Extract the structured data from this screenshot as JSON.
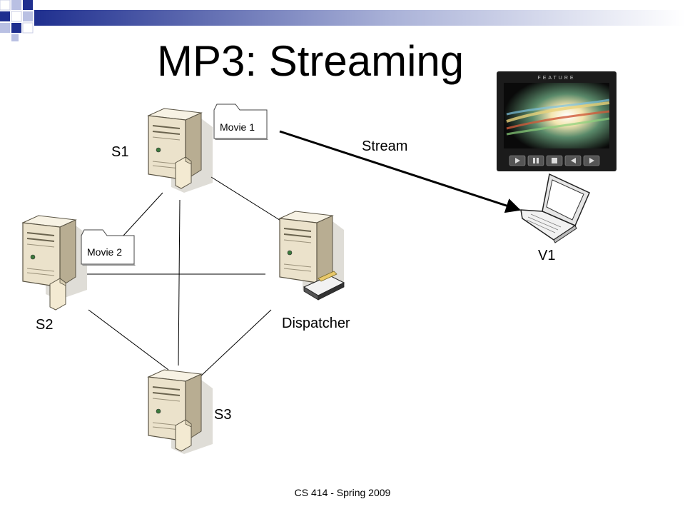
{
  "slide": {
    "title": "MP3: Streaming",
    "footer": "CS 414 - Spring 2009"
  },
  "diagram": {
    "nodes": {
      "s1": {
        "label": "S1",
        "icon": "server-tower-icon"
      },
      "s2": {
        "label": "S2",
        "icon": "server-tower-icon"
      },
      "s3": {
        "label": "S3",
        "icon": "server-tower-icon"
      },
      "dispatcher": {
        "label": "Dispatcher",
        "icon": "server-with-printer-icon"
      },
      "v1": {
        "label": "V1",
        "icon": "laptop-icon"
      }
    },
    "files": {
      "movie1": {
        "label": "Movie 1",
        "icon": "folder-icon"
      },
      "movie2": {
        "label": "Movie 2",
        "icon": "folder-icon"
      }
    },
    "media_player": {
      "banner": "FEATURE",
      "icon": "video-player-icon"
    },
    "edges": [
      {
        "from": "s1",
        "to": "s2"
      },
      {
        "from": "s1",
        "to": "s3"
      },
      {
        "from": "s1",
        "to": "dispatcher"
      },
      {
        "from": "s2",
        "to": "dispatcher"
      },
      {
        "from": "s2",
        "to": "s3"
      },
      {
        "from": "s3",
        "to": "dispatcher"
      }
    ],
    "stream_edge": {
      "from": "movie1",
      "to": "v1",
      "label": "Stream"
    }
  },
  "colors": {
    "header_gradient_start": "#1f2f8f",
    "header_gradient_end": "#ffffff",
    "server_body": "#ece3cf",
    "server_shadow": "#8c826e",
    "arrow": "#000000"
  }
}
